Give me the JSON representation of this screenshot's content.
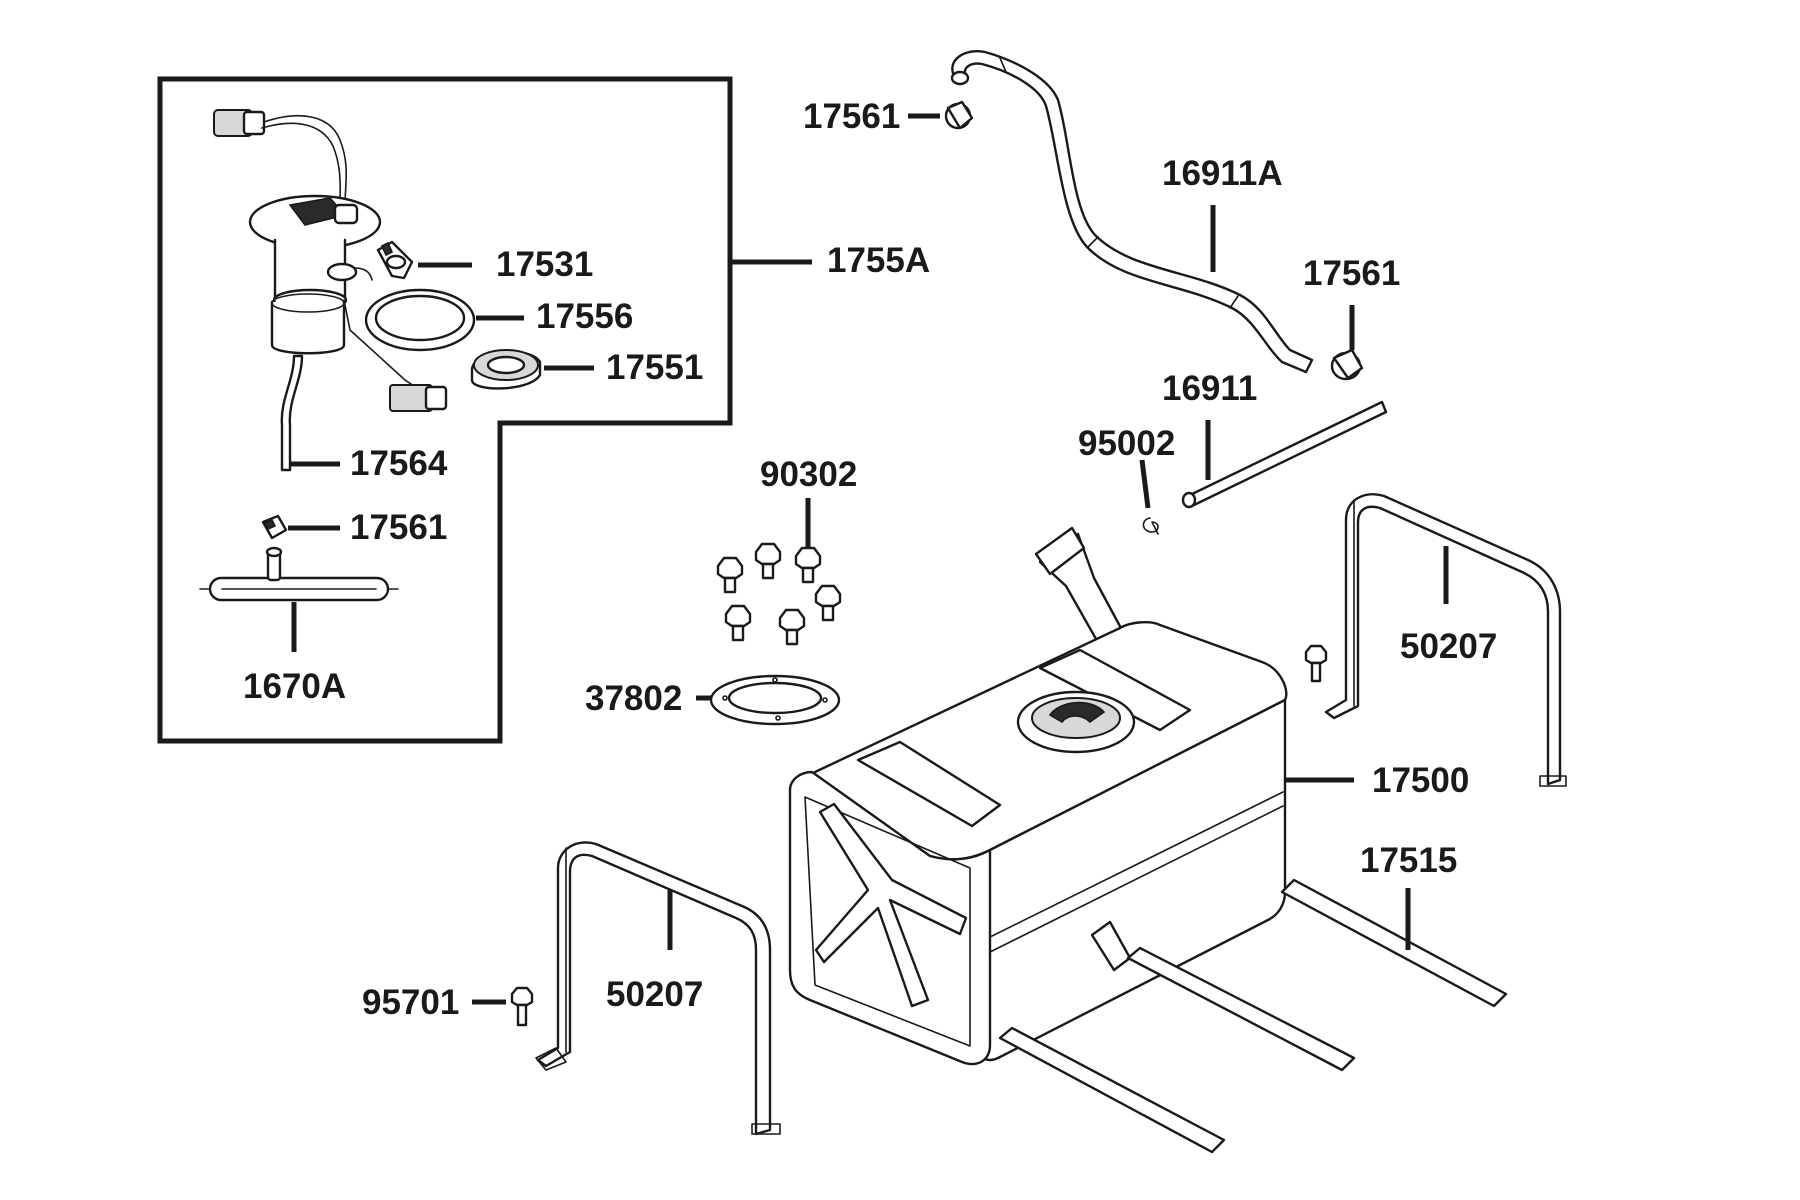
{
  "callouts": {
    "c_17561_top": "17561",
    "c_16911A": "16911A",
    "c_17561_right": "17561",
    "c_16911": "16911",
    "c_95002": "95002",
    "c_17531": "17531",
    "c_1755A": "1755A",
    "c_17556": "17556",
    "c_17551": "17551",
    "c_17564": "17564",
    "c_17561_kit": "17561",
    "c_1670A": "1670A",
    "c_90302": "90302",
    "c_37802": "37802",
    "c_50207_right": "50207",
    "c_17500": "17500",
    "c_17515": "17515",
    "c_95701": "95701",
    "c_50207_left": "50207"
  }
}
